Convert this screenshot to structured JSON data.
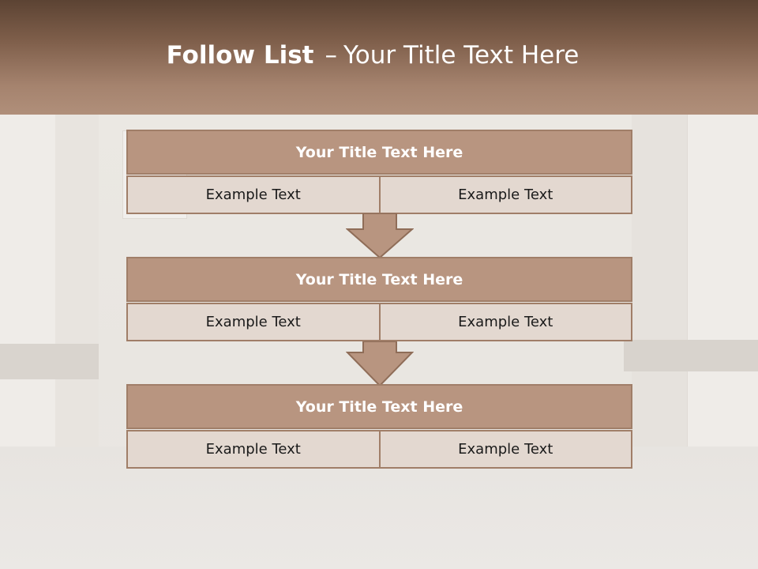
{
  "slide": {
    "title_bold": "Follow List",
    "title_dash": "–",
    "title_rest": "Your Title Text Here"
  },
  "blocks": [
    {
      "title": "Your Title Text Here",
      "left": "Example Text",
      "right": "Example Text"
    },
    {
      "title": "Your Title Text Here",
      "left": "Example Text",
      "right": "Example Text"
    },
    {
      "title": "Your Title Text Here",
      "left": "Example Text",
      "right": "Example Text"
    }
  ],
  "colors": {
    "header_dark": "#5c4333",
    "header_light": "#b08f7a",
    "block_title_fill": "#b89580",
    "block_border": "#a07e68",
    "cell_fill": "#e3d8d0",
    "arrow_fill": "#b89580"
  },
  "icons": [
    "down-arrow-icon",
    "down-arrow-icon"
  ]
}
